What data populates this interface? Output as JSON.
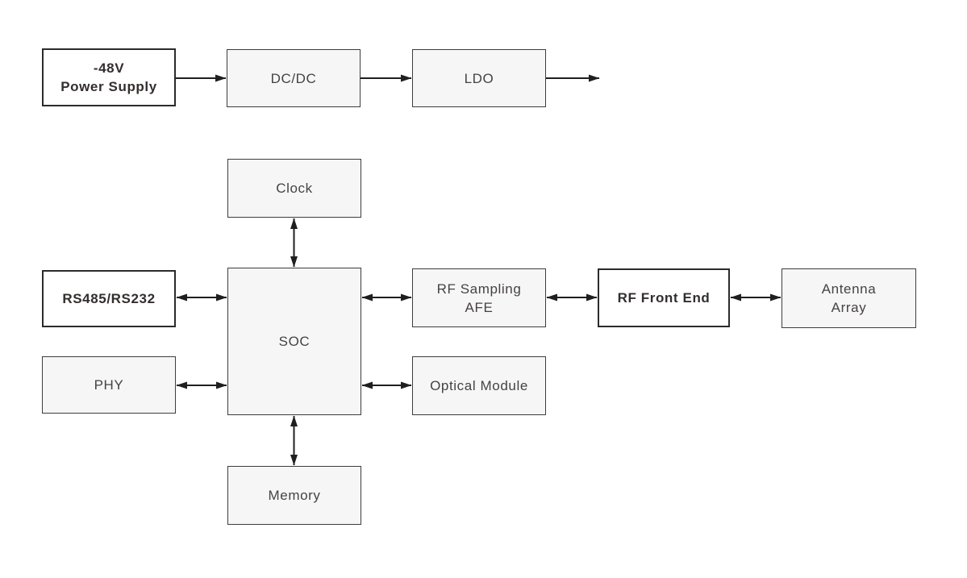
{
  "diagram": {
    "blocks": {
      "power_supply": {
        "label": "-48V\nPower Supply",
        "style": "primary"
      },
      "dc_dc": {
        "label": "DC/DC",
        "style": "secondary"
      },
      "ldo": {
        "label": "LDO",
        "style": "secondary"
      },
      "clock": {
        "label": "Clock",
        "style": "secondary"
      },
      "rs485_rs232": {
        "label": "RS485/RS232",
        "style": "primary"
      },
      "soc": {
        "label": "SOC",
        "style": "secondary"
      },
      "phy": {
        "label": "PHY",
        "style": "secondary"
      },
      "rf_sampling_afe": {
        "label": "RF Sampling\nAFE",
        "style": "secondary"
      },
      "rf_front_end": {
        "label": "RF Front End",
        "style": "primary"
      },
      "antenna_array": {
        "label": "Antenna\nArray",
        "style": "secondary"
      },
      "optical_module": {
        "label": "Optical Module",
        "style": "secondary"
      },
      "memory": {
        "label": "Memory",
        "style": "secondary"
      }
    },
    "connections": [
      {
        "from": "power_supply",
        "to": "dc_dc",
        "direction": "unidirectional"
      },
      {
        "from": "dc_dc",
        "to": "ldo",
        "direction": "unidirectional"
      },
      {
        "from": "ldo",
        "to": "external-output",
        "direction": "unidirectional"
      },
      {
        "from": "clock",
        "to": "soc",
        "direction": "bidirectional"
      },
      {
        "from": "rs485_rs232",
        "to": "soc",
        "direction": "bidirectional"
      },
      {
        "from": "phy",
        "to": "soc",
        "direction": "bidirectional"
      },
      {
        "from": "soc",
        "to": "rf_sampling_afe",
        "direction": "bidirectional"
      },
      {
        "from": "soc",
        "to": "optical_module",
        "direction": "bidirectional"
      },
      {
        "from": "rf_sampling_afe",
        "to": "rf_front_end",
        "direction": "bidirectional"
      },
      {
        "from": "rf_front_end",
        "to": "antenna_array",
        "direction": "bidirectional"
      },
      {
        "from": "soc",
        "to": "memory",
        "direction": "bidirectional"
      }
    ],
    "colors": {
      "background": "#ffffff",
      "box_fill_secondary": "#f6f6f6",
      "box_fill_primary": "#ffffff",
      "border_primary": "#2b2b2b",
      "border_secondary": "#3d3d3d",
      "arrow": "#1f1f1f",
      "text_primary": "#332e2e",
      "text_secondary": "#474242"
    }
  }
}
